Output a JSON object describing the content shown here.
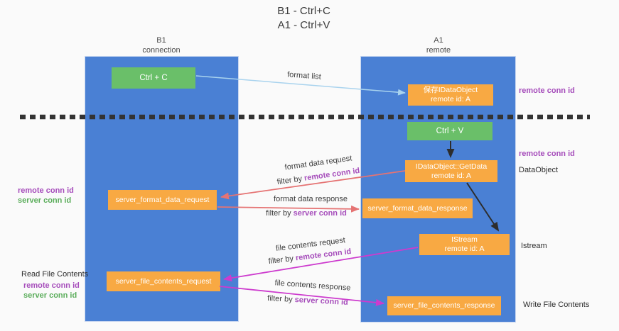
{
  "title": {
    "line1": "B1 - Ctrl+C",
    "line2": "A1 - Ctrl+V"
  },
  "lanes": {
    "left": {
      "title": "B1",
      "subtitle": "connection"
    },
    "right": {
      "title": "A1",
      "subtitle": "remote"
    }
  },
  "boxes": {
    "ctrl_c": {
      "label": "Ctrl + C"
    },
    "save_dataobject": {
      "line1": "保存IDataObject",
      "line2": "remote id: A"
    },
    "ctrl_v": {
      "label": "Ctrl + V"
    },
    "getdata": {
      "line1": "IDataObject::GetData",
      "line2": "remote id: A"
    },
    "format_request": {
      "label": "server_format_data_request"
    },
    "format_response": {
      "label": "server_format_data_response"
    },
    "istream": {
      "line1": "IStream",
      "line2": "remote id: A"
    },
    "file_request": {
      "label": "server_file_contents_request"
    },
    "file_response": {
      "label": "server_file_contents_response"
    }
  },
  "edge_labels": {
    "format_list": "format list",
    "format_request": {
      "title": "format data request",
      "filter_prefix": "filter by ",
      "filter_key": "remote conn id"
    },
    "format_response": {
      "title": "format data response",
      "filter_prefix": "filter by ",
      "filter_key": "server conn id"
    },
    "file_request": {
      "title": "file contents request",
      "filter_prefix": "filter by ",
      "filter_key": "remote conn id"
    },
    "file_response": {
      "title": "file contents response",
      "filter_prefix": "filter by ",
      "filter_key": "server conn id"
    }
  },
  "side_labels": {
    "right_remote_conn_top": "remote conn id",
    "right_remote_conn_mid": "remote conn id",
    "right_dataobject": "DataObject",
    "right_istream": "Istream",
    "right_write_file": "Write File Contents",
    "left_remote_conn_top": "remote conn id",
    "left_server_conn_top": "server conn id",
    "left_read_file": "Read File Contents",
    "left_remote_conn_bottom": "remote conn id",
    "left_server_conn_bottom": "server conn id"
  },
  "colors": {
    "lane_blue": "#4a80d4",
    "box_orange": "#f8a943",
    "box_green": "#6abf69",
    "label_purple": "#a64dbb",
    "label_green": "#5bad5b",
    "arrow_salmon": "#e57373",
    "arrow_magenta": "#cd3bce",
    "arrow_lightblue": "#a9d3ee",
    "arrow_black": "#2d2d2d",
    "dashed_line": "#333333"
  }
}
